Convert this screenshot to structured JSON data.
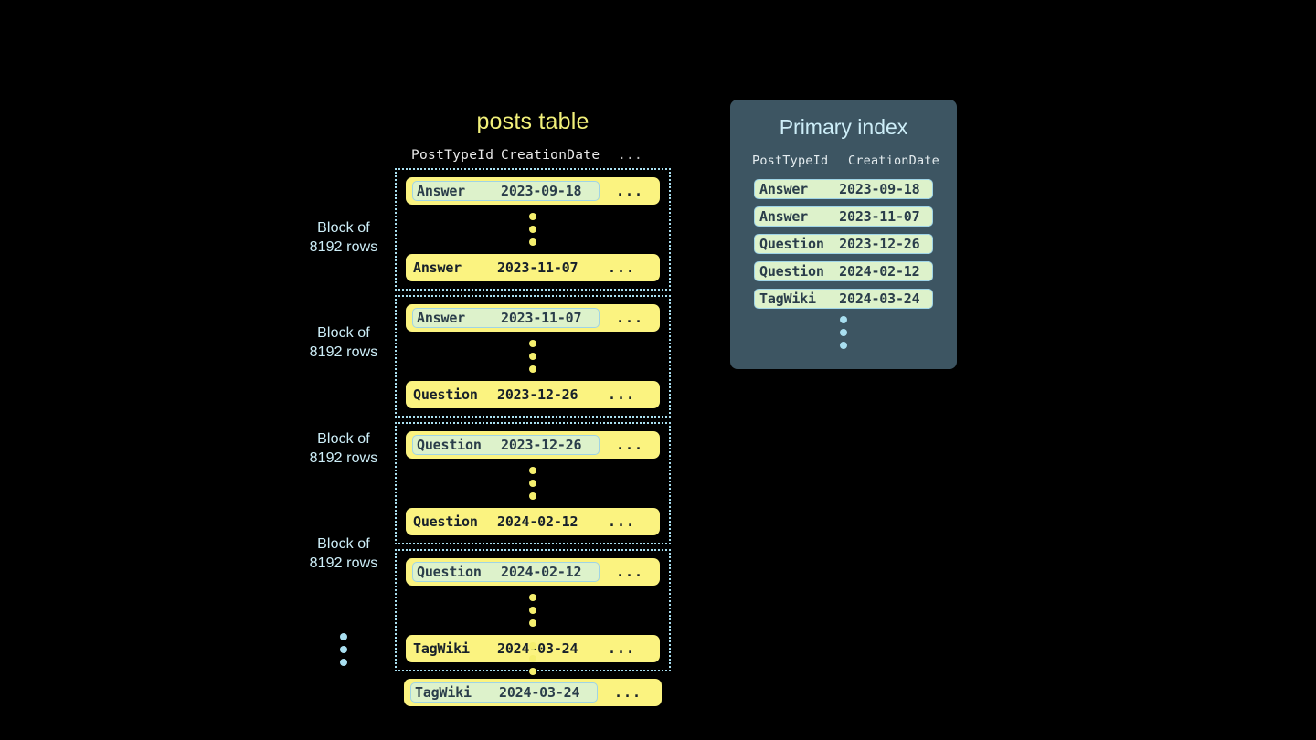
{
  "diagram": {
    "background_color": "#000000",
    "accent_yellow": "#fbf380",
    "accent_blue": "#a9dff0",
    "highlight_green": "#ddf2cb",
    "panel_slate": "#3d5562"
  },
  "posts_table": {
    "title": "posts table",
    "columns": {
      "post_type_id": "PostTypeId",
      "creation_date": "CreationDate",
      "more": "..."
    },
    "row_trailing": "...",
    "blocks": [
      {
        "label_line1": "Block of",
        "label_line2": "8192 rows",
        "first_row": {
          "post_type_id": "Answer",
          "creation_date": "2023-09-18",
          "highlighted": true
        },
        "last_row": {
          "post_type_id": "Answer",
          "creation_date": "2023-11-07",
          "highlighted": false
        }
      },
      {
        "label_line1": "Block of",
        "label_line2": "8192 rows",
        "first_row": {
          "post_type_id": "Answer",
          "creation_date": "2023-11-07",
          "highlighted": true
        },
        "last_row": {
          "post_type_id": "Question",
          "creation_date": "2023-12-26",
          "highlighted": false
        }
      },
      {
        "label_line1": "Block of",
        "label_line2": "8192 rows",
        "first_row": {
          "post_type_id": "Question",
          "creation_date": "2023-12-26",
          "highlighted": true
        },
        "last_row": {
          "post_type_id": "Question",
          "creation_date": "2024-02-12",
          "highlighted": false
        }
      },
      {
        "label_line1": "Block of",
        "label_line2": "8192 rows",
        "first_row": {
          "post_type_id": "Question",
          "creation_date": "2024-02-12",
          "highlighted": true
        },
        "last_row": {
          "post_type_id": "TagWiki",
          "creation_date": "2024-03-24",
          "highlighted": false
        }
      }
    ],
    "trailing_row": {
      "post_type_id": "TagWiki",
      "creation_date": "2024-03-24",
      "highlighted": true
    }
  },
  "primary_index": {
    "title": "Primary index",
    "columns": {
      "post_type_id": "PostTypeId",
      "creation_date": "CreationDate"
    },
    "entries": [
      {
        "post_type_id": "Answer",
        "creation_date": "2023-09-18"
      },
      {
        "post_type_id": "Answer",
        "creation_date": "2023-11-07"
      },
      {
        "post_type_id": "Question",
        "creation_date": "2023-12-26"
      },
      {
        "post_type_id": "Question",
        "creation_date": "2024-02-12"
      },
      {
        "post_type_id": "TagWiki",
        "creation_date": "2024-03-24"
      }
    ]
  }
}
